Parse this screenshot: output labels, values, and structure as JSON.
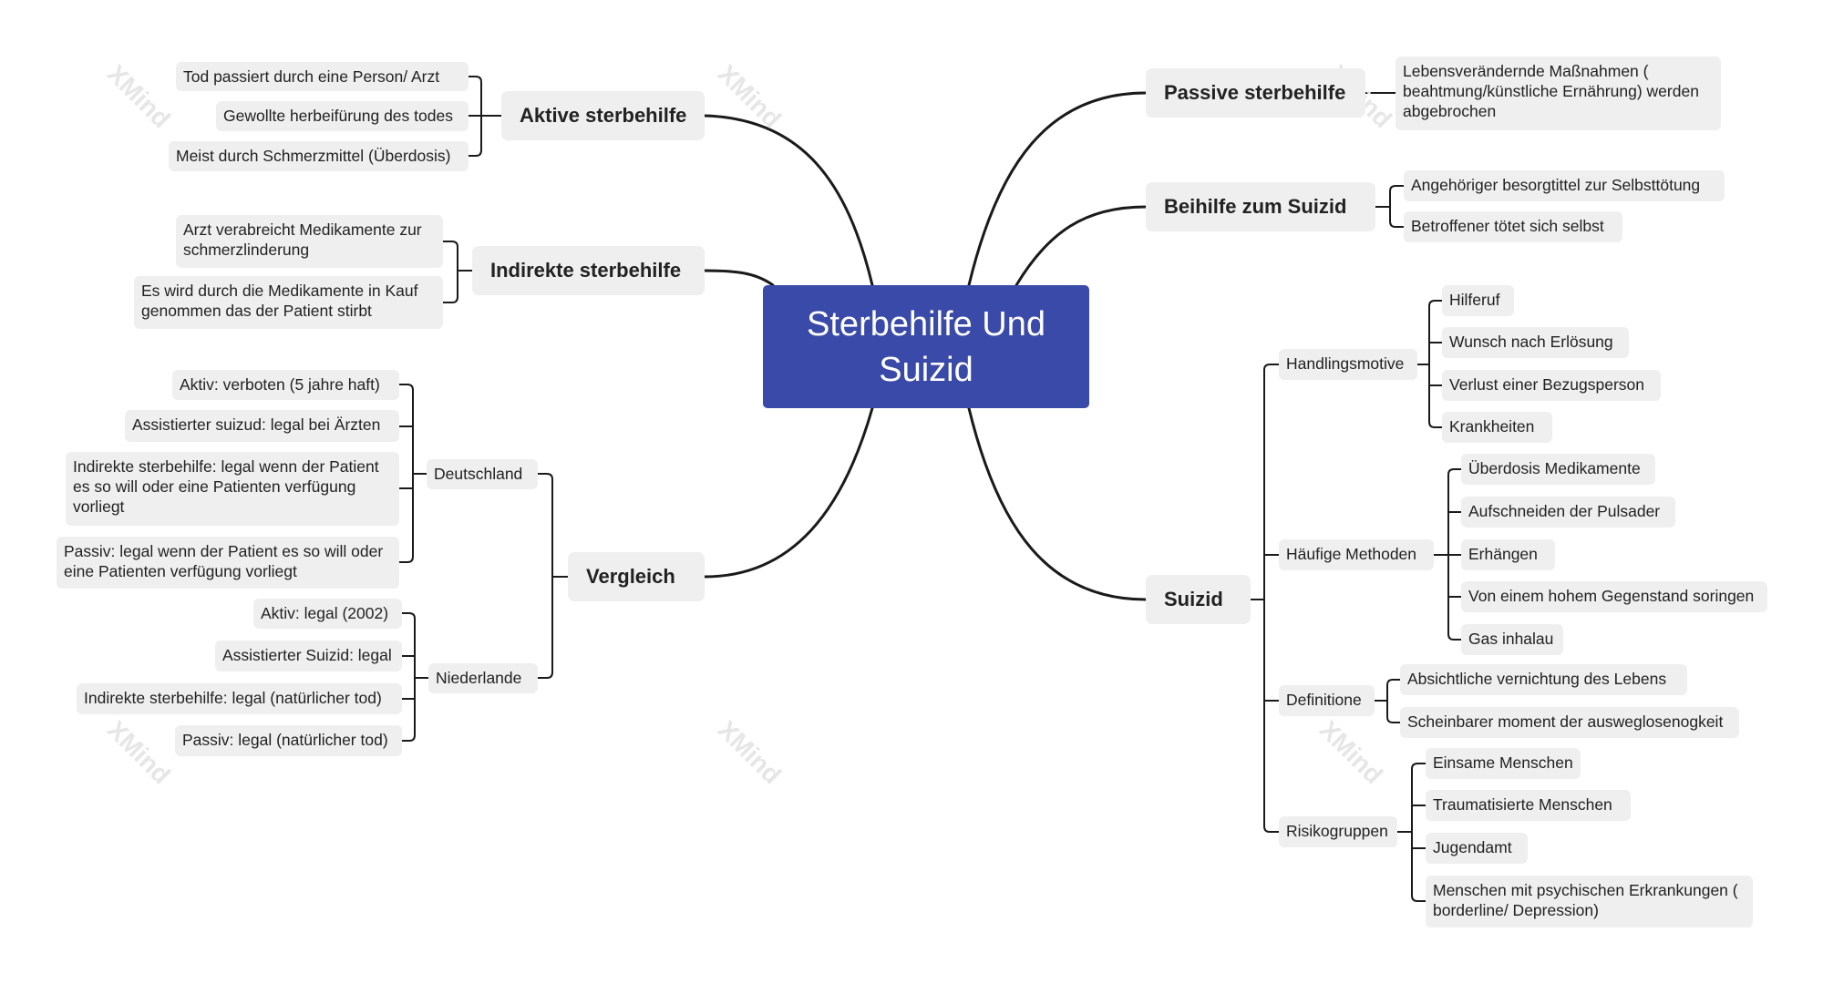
{
  "colors": {
    "root_fill": "#3a4aa8",
    "node_fill": "#efefef",
    "line": "#1a1a1a",
    "watermark": "#e6e6e6"
  },
  "watermark": "XMind",
  "root": {
    "label": "Sterbehilfe Und Suizid"
  },
  "left_branches": {
    "aktive": {
      "label": "Aktive sterbehilfe",
      "children": [
        "Tod passiert durch eine Person/ Arzt",
        "Gewollte herbeifürung des todes",
        "Meist durch Schmerzmittel (Überdosis)"
      ]
    },
    "indirekte": {
      "label": "Indirekte sterbehilfe",
      "children": [
        {
          "line1": "Arzt verabreicht Medikamente zur",
          "line2": "schmerzlinderung"
        },
        {
          "line1": "Es wird durch die Medikamente in Kauf",
          "line2": "genommen das der Patient stirbt"
        }
      ]
    },
    "vergleich": {
      "label": "Vergleich",
      "deutschland": {
        "label": "Deutschland",
        "children": [
          {
            "lines": [
              "Aktiv: verboten (5 jahre haft)"
            ]
          },
          {
            "lines": [
              "Assistierter suizud: legal bei Ärzten"
            ]
          },
          {
            "lines": [
              "Indirekte sterbehilfe: legal wenn der Patient",
              "es so will oder eine Patienten verfügung",
              "vorliegt"
            ]
          },
          {
            "lines": [
              "Passiv: legal wenn der Patient es so will oder",
              "eine Patienten verfügung vorliegt"
            ]
          }
        ]
      },
      "niederlande": {
        "label": "Niederlande",
        "children": [
          "Aktiv: legal (2002)",
          "Assistierter Suizid: legal",
          "Indirekte sterbehilfe: legal (natürlicher tod)",
          "Passiv: legal (natürlicher tod)"
        ]
      }
    }
  },
  "right_branches": {
    "passive": {
      "label": "Passive sterbehilfe",
      "child": {
        "lines": [
          "Lebensverändernde Maßnahmen (",
          "beahtmung/künstliche Ernährung) werden",
          "abgebrochen"
        ]
      }
    },
    "beihilfe": {
      "label": "Beihilfe zum Suizid",
      "children": [
        "Angehöriger besorgtittel zur Selbsttötung",
        "Betroffener tötet sich selbst"
      ]
    },
    "suizid": {
      "label": "Suizid",
      "handlungsmotive": {
        "label": "Handlingsmotive",
        "children": [
          "Hilferuf",
          "Wunsch nach Erlösung",
          "Verlust einer Bezugsperson",
          "Krankheiten"
        ]
      },
      "methoden": {
        "label": "Häufige Methoden",
        "children": [
          "Überdosis Medikamente",
          "Aufschneiden der Pulsader",
          "Erhängen",
          "Von einem hohem Gegenstand soringen",
          "Gas inhalau"
        ]
      },
      "definitione": {
        "label": "Definitione",
        "children": [
          "Absichtliche vernichtung des Lebens",
          "Scheinbarer moment der ausweglosenogkeit"
        ]
      },
      "risikogruppen": {
        "label": "Risikogruppen",
        "children": [
          {
            "lines": [
              "Einsame Menschen"
            ]
          },
          {
            "lines": [
              "Traumatisierte Menschen"
            ]
          },
          {
            "lines": [
              "Jugendamt"
            ]
          },
          {
            "lines": [
              "Menschen mit psychischen Erkrankungen (",
              "borderline/ Depression)"
            ]
          }
        ]
      }
    }
  }
}
